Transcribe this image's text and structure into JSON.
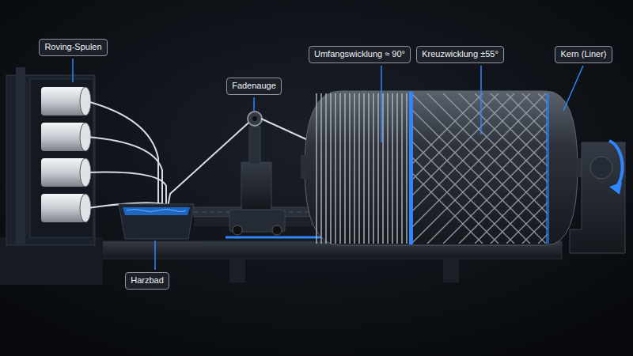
{
  "diagram": {
    "nodes": [
      {
        "text": [
          "Roving-Spulen"
        ]
      },
      {
        "text": [
          "Fadenauge"
        ]
      },
      {
        "text": [
          "Umfangswicklung ≈ 90°"
        ]
      },
      {
        "text": [
          "Kreuzwicklung ±55°"
        ]
      },
      {
        "text": [
          "Kern (Liner)"
        ]
      },
      {
        "text": [
          "Harzbad"
        ]
      }
    ]
  }
}
